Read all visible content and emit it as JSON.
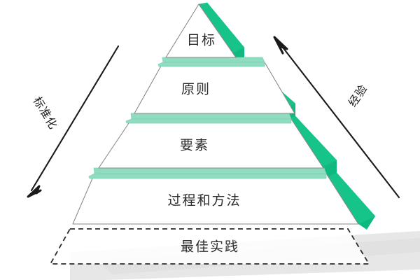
{
  "diagram": {
    "title_text_present": false,
    "type": "3d-pyramid",
    "background_color": "#ffffff",
    "colors": {
      "face_fill": "#ffffff",
      "face_stroke": "#8a8a8a",
      "shelf_top": "#8fdcc0",
      "shelf_side": "#16c48a",
      "ramp_green": "#16c48a",
      "ramp_green_light": "#8fdcc0",
      "ground_shadow": "#e3e3e3",
      "dashed_stroke": "#2b2b2b",
      "arrow_stroke": "#1a1a1a",
      "text_color": "#2b2b2b"
    },
    "tiers": [
      {
        "id": "tier-goal",
        "label": "目标",
        "level": 1
      },
      {
        "id": "tier-principle",
        "label": "原则",
        "level": 2
      },
      {
        "id": "tier-element",
        "label": "要素",
        "level": 3
      },
      {
        "id": "tier-process",
        "label": "过程和方法",
        "level": 4
      }
    ],
    "base": {
      "id": "base-best-practice",
      "label": "最佳实践",
      "style": "dashed"
    },
    "axes": [
      {
        "id": "axis-left",
        "label": "标准化",
        "direction": "down-left",
        "arrowhead": "end",
        "rotation_deg": 62
      },
      {
        "id": "axis-right",
        "label": "经验",
        "direction": "up-left",
        "arrowhead": "start",
        "rotation_deg": -57
      }
    ]
  }
}
